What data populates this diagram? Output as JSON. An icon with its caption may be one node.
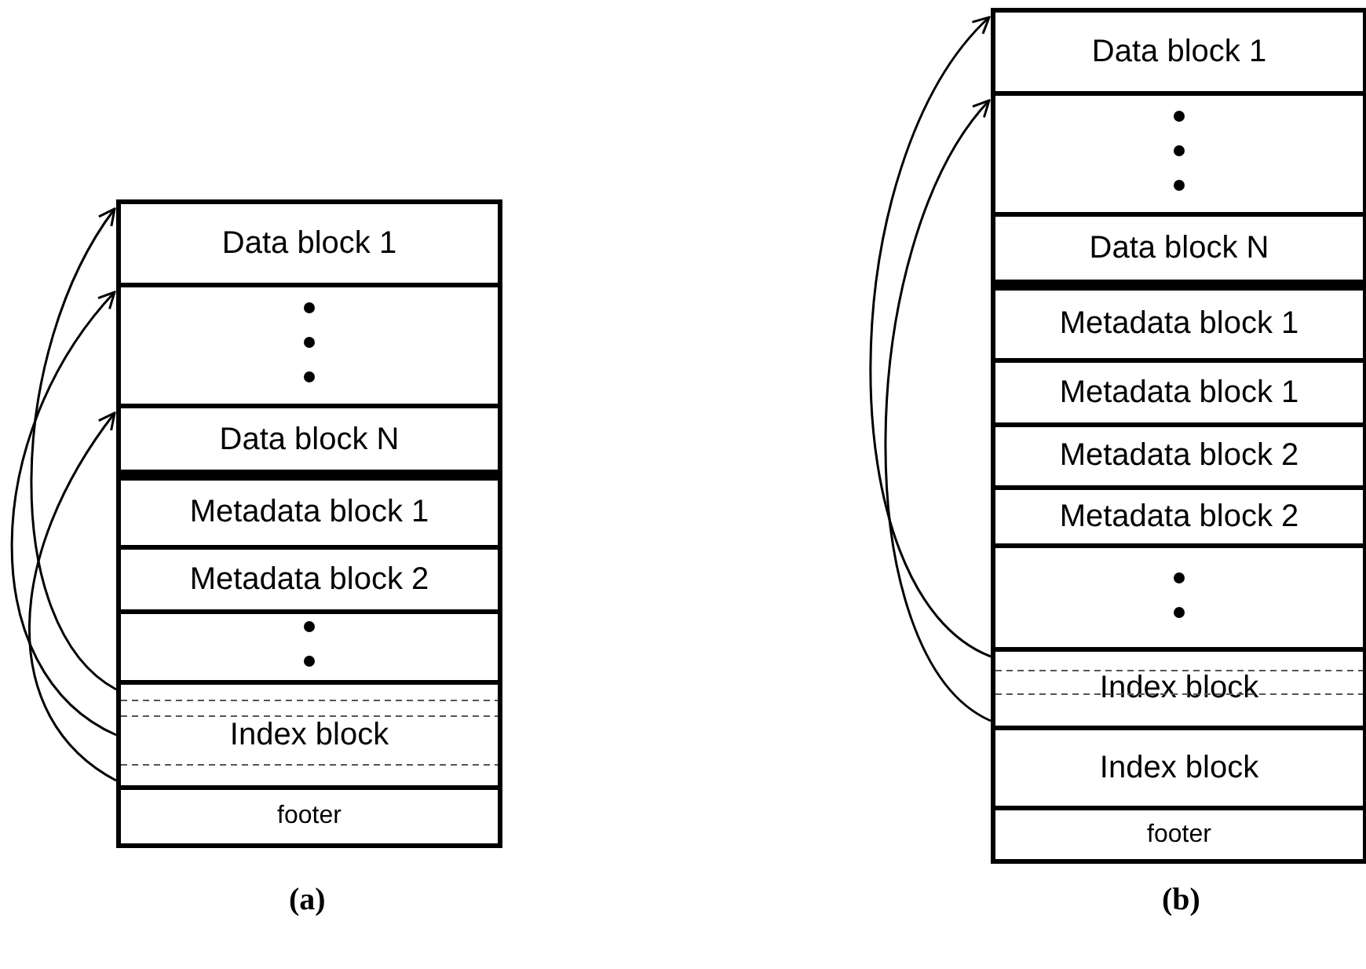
{
  "diagram": {
    "nodes": [
      {
        "text": [
          "Data block 1"
        ]
      },
      {
        "text": [],
        "shape": "box"
      },
      {
        "text": [
          "Data block N"
        ]
      },
      {
        "text": [
          "Metadata block 1"
        ]
      },
      {
        "text": [
          "Metadata block 2"
        ]
      },
      {
        "text": [],
        "shape": "box"
      },
      {
        "text": [
          "Index block"
        ]
      },
      {
        "text": [
          "footer"
        ]
      },
      {
        "text": [
          "Data block 1"
        ]
      },
      {
        "text": [],
        "shape": "box"
      },
      {
        "text": [
          "Data block N"
        ]
      },
      {
        "text": [
          "Metadata block 1"
        ]
      },
      {
        "text": [
          "Metadata block 1"
        ]
      },
      {
        "text": [
          "Metadata block 2"
        ]
      },
      {
        "text": [
          "Metadata block 2"
        ]
      },
      {
        "text": [],
        "shape": "box"
      },
      {
        "text": [
          "Index block"
        ]
      },
      {
        "text": [
          "Index block"
        ]
      },
      {
        "text": [
          "footer"
        ]
      }
    ],
    "edges": [
      {
        "from": 6,
        "to": 0,
        "arrow": "to"
      },
      {
        "from": 6,
        "to": 1,
        "arrow": "to"
      },
      {
        "from": 6,
        "to": 2,
        "arrow": "to"
      },
      {
        "from": 16,
        "to": 8,
        "arrow": "to"
      },
      {
        "from": 16,
        "to": 9,
        "arrow": "to"
      }
    ],
    "labels": [
      "(a)",
      "(b)"
    ]
  }
}
